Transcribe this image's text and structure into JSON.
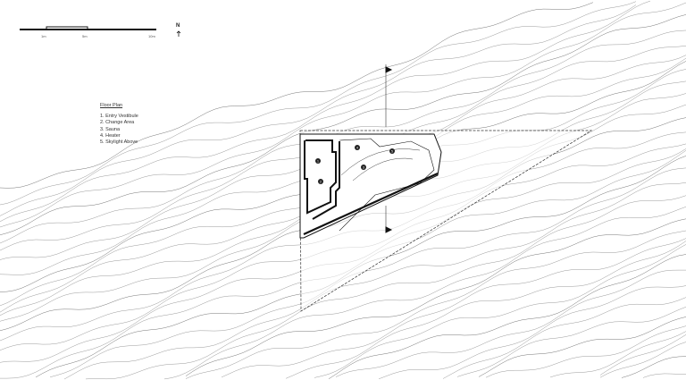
{
  "scale_bar": {
    "labels": [
      "1m",
      "5m",
      "10m"
    ]
  },
  "north_arrow": {
    "label": "N"
  },
  "legend": {
    "title": "Floor Plan",
    "items": [
      "1. Entry Vestibule",
      "2. Change Area",
      "3. Sauna",
      "4. Heater",
      "5. Skylight Above"
    ]
  },
  "plan": {
    "room_tags": [
      "1",
      "2",
      "3",
      "4",
      "5"
    ]
  }
}
